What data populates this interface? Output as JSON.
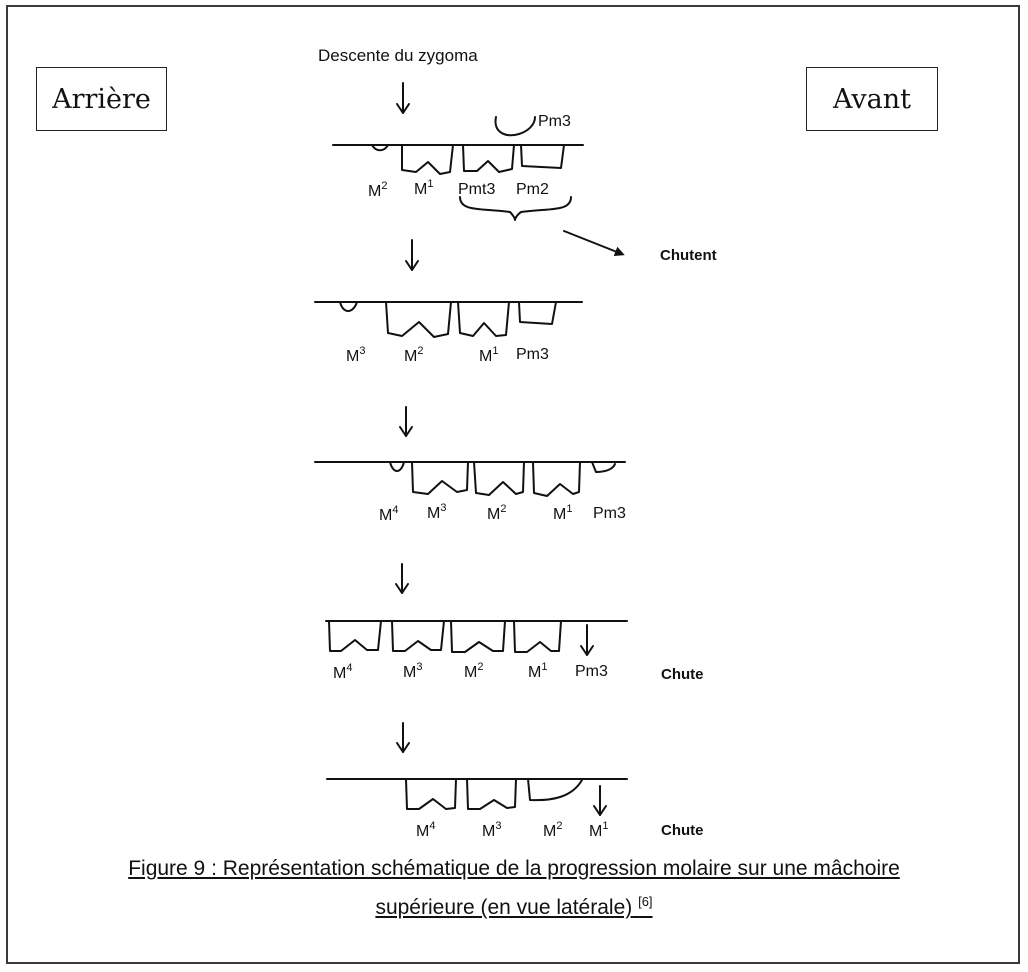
{
  "side_labels": {
    "back": "Arrière",
    "front": "Avant"
  },
  "diagram": {
    "top_label": "Descente du zygoma",
    "stage1": {
      "erupting": "Pm3",
      "teeth": [
        "M",
        "M",
        "Pmt3",
        "Pm2"
      ],
      "falling_note": "Chutent"
    },
    "stage2": {
      "teeth": [
        "M",
        "M",
        "M",
        "Pm3"
      ]
    },
    "stage3": {
      "teeth": [
        "M",
        "M",
        "M",
        "M",
        "Pm3"
      ]
    },
    "stage4": {
      "teeth": [
        "M",
        "M",
        "M",
        "M",
        "Pm3"
      ],
      "note": "Chute"
    },
    "stage5": {
      "teeth": [
        "M",
        "M",
        "M",
        "M"
      ],
      "note": "Chute"
    },
    "superscripts": {
      "s1": "1",
      "s2": "2",
      "s3": "3",
      "s4": "4"
    }
  },
  "caption": {
    "line1": "Figure 9 : Représentation schématique de la progression molaire sur une mâchoire",
    "line2": "supérieure (en vue latérale)",
    "ref": "[6]"
  }
}
